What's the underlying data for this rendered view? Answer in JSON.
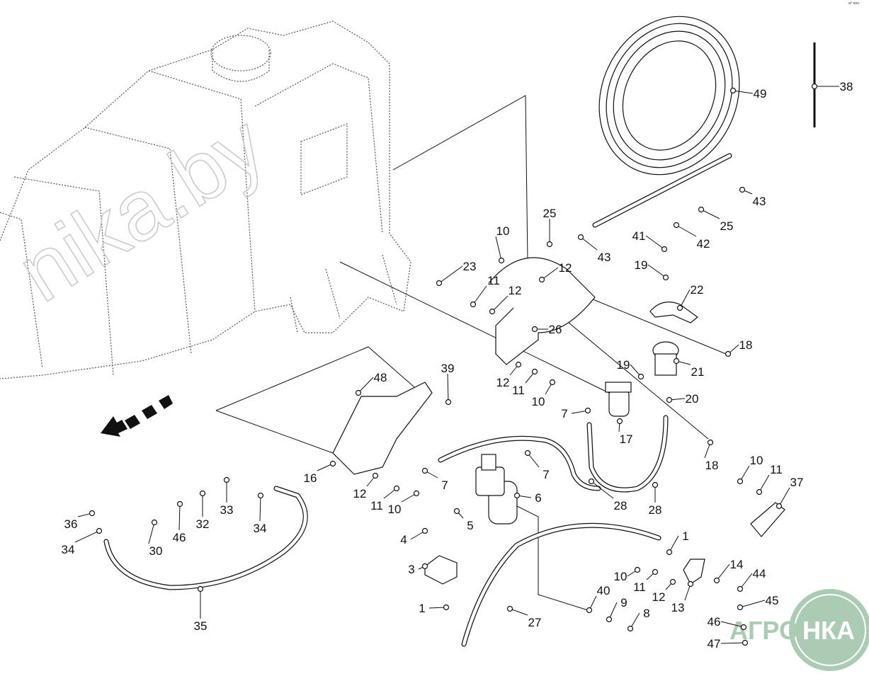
{
  "diagram": {
    "corner_mark": "aᴳ ooo",
    "watermark": "nika.by",
    "logo": {
      "text_left": "АГРО",
      "text_right": "НКА",
      "color": "#a8c9b0"
    },
    "callouts": [
      "38",
      "49",
      "43",
      "25",
      "42",
      "41",
      "19",
      "22",
      "18",
      "21",
      "19",
      "20",
      "17",
      "18",
      "25",
      "10",
      "43",
      "23",
      "11",
      "12",
      "12",
      "26",
      "12",
      "11",
      "10",
      "39",
      "48",
      "7",
      "7",
      "16",
      "7",
      "12",
      "11",
      "10",
      "6",
      "28",
      "28",
      "10",
      "11",
      "37",
      "5",
      "4",
      "3",
      "1",
      "14",
      "44",
      "10",
      "11",
      "12",
      "13",
      "40",
      "9",
      "8",
      "45",
      "46",
      "47",
      "1",
      "27",
      "36",
      "34",
      "30",
      "46",
      "32",
      "33",
      "34",
      "35"
    ]
  }
}
